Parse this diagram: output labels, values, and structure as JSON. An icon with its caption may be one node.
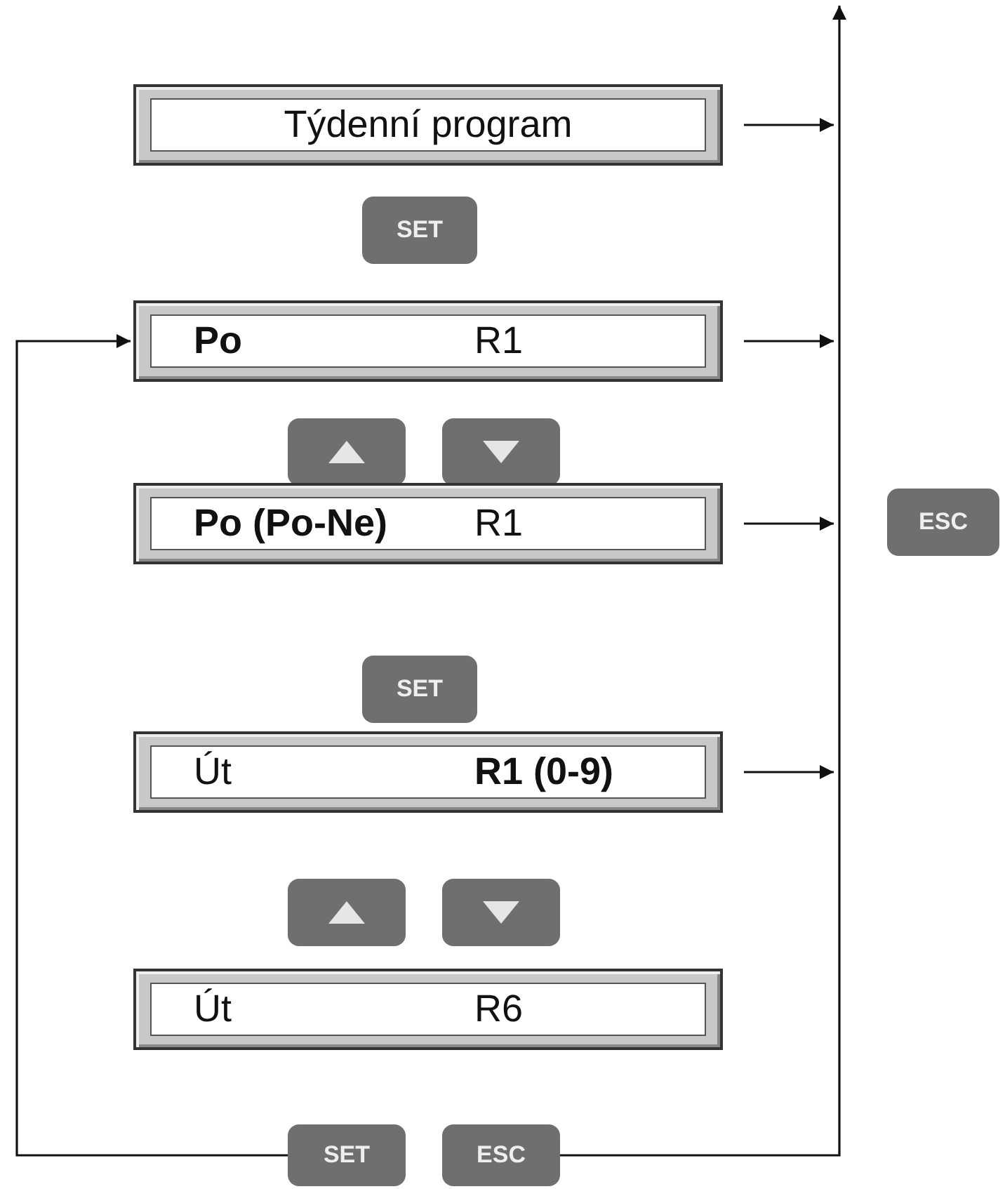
{
  "diagram": {
    "nodes": [
      {
        "text": [
          "Týdenní program"
        ]
      },
      {
        "text": [
          "SET"
        ]
      },
      {
        "text": [
          "Po",
          "R1"
        ]
      },
      {
        "text": [],
        "shape": "box"
      },
      {
        "text": [],
        "shape": "box"
      },
      {
        "text": [
          "Po (Po-Ne)",
          "R1"
        ]
      },
      {
        "text": [
          "ESC"
        ]
      },
      {
        "text": [
          "SET"
        ]
      },
      {
        "text": [
          "Út",
          "R1 (0-9)"
        ]
      },
      {
        "text": [],
        "shape": "box"
      },
      {
        "text": [],
        "shape": "box"
      },
      {
        "text": [
          "Út",
          "R6"
        ]
      },
      {
        "text": [
          "SET"
        ]
      },
      {
        "text": [
          "ESC"
        ]
      }
    ],
    "edges": [
      {
        "from": 0,
        "to": null,
        "arrow": "to"
      },
      {
        "from": 2,
        "to": null,
        "arrow": "to"
      },
      {
        "from": 5,
        "to": null,
        "arrow": "to"
      },
      {
        "from": 8,
        "to": null,
        "arrow": "to"
      },
      {
        "from": 12,
        "to": 2,
        "arrow": "to"
      },
      {
        "from": 13,
        "to": null,
        "arrow": "to"
      }
    ]
  }
}
